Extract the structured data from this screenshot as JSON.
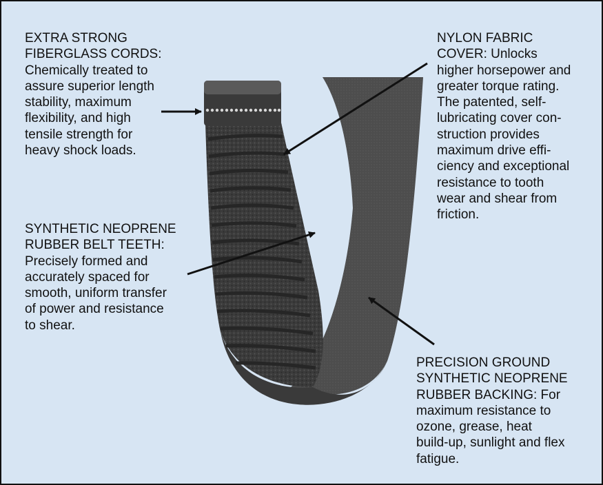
{
  "colors": {
    "background": "#d7e5f3",
    "border": "#111111",
    "text": "#111111",
    "belt_back": "#4a4a4a",
    "belt_teeth": "#3a3a3a",
    "cord_dots": "#d8d8d8"
  },
  "callouts": {
    "fiberglass_cords": {
      "lines": [
        "EXTRA STRONG",
        "FIBERGLASS CORDS:",
        "Chemically treated to",
        "assure superior length",
        "stability, maximum",
        "flexibility, and high",
        "tensile strength for",
        "heavy shock loads."
      ]
    },
    "nylon_cover": {
      "lines": [
        "NYLON FABRIC",
        "COVER: Unlocks",
        "higher horsepower and",
        "greater torque rating.",
        "The patented, self-",
        "lubricating cover con-",
        "struction provides",
        "maximum drive effi-",
        "ciency and exceptional",
        "resistance to tooth",
        "wear and shear from",
        "friction."
      ]
    },
    "belt_teeth": {
      "lines": [
        "SYNTHETIC NEOPRENE",
        "RUBBER BELT TEETH:",
        "Precisely formed and",
        "accurately spaced for",
        "smooth, uniform transfer",
        "of power and resistance",
        "to shear."
      ]
    },
    "backing": {
      "lines": [
        "PRECISION GROUND",
        "SYNTHETIC NEOPRENE",
        "RUBBER BACKING: For",
        "maximum resistance to",
        "ozone, grease, heat",
        "build-up, sunlight and flex",
        "fatigue."
      ]
    }
  }
}
